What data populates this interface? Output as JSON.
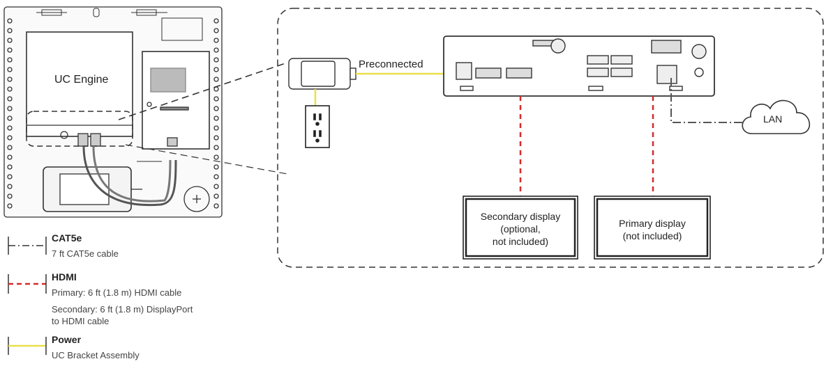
{
  "bracket": {
    "uc_engine_label": "UC Engine"
  },
  "detail": {
    "preconnected_label": "Preconnected",
    "lan_label": "LAN",
    "secondary_display_lines": [
      "Secondary display",
      "(optional,",
      "not included)"
    ],
    "primary_display_lines": [
      "Primary display",
      "(not included)"
    ]
  },
  "legend": {
    "cat5e": {
      "title": "CAT5e",
      "desc_lines": [
        "7 ft CAT5e cable"
      ]
    },
    "hdmi": {
      "title": "HDMI",
      "desc_lines": [
        "Primary: 6 ft (1.8 m) HDMI cable",
        "Secondary: 6 ft (1.8 m) DisplayPort",
        "to HDMI cable"
      ]
    },
    "power": {
      "title": "Power",
      "desc_lines": [
        "UC Bracket Assembly"
      ]
    }
  },
  "colors": {
    "line": "#222222",
    "hdmi": "#d42a2a",
    "power": "#e8e04a",
    "cat5e": "#555555"
  }
}
